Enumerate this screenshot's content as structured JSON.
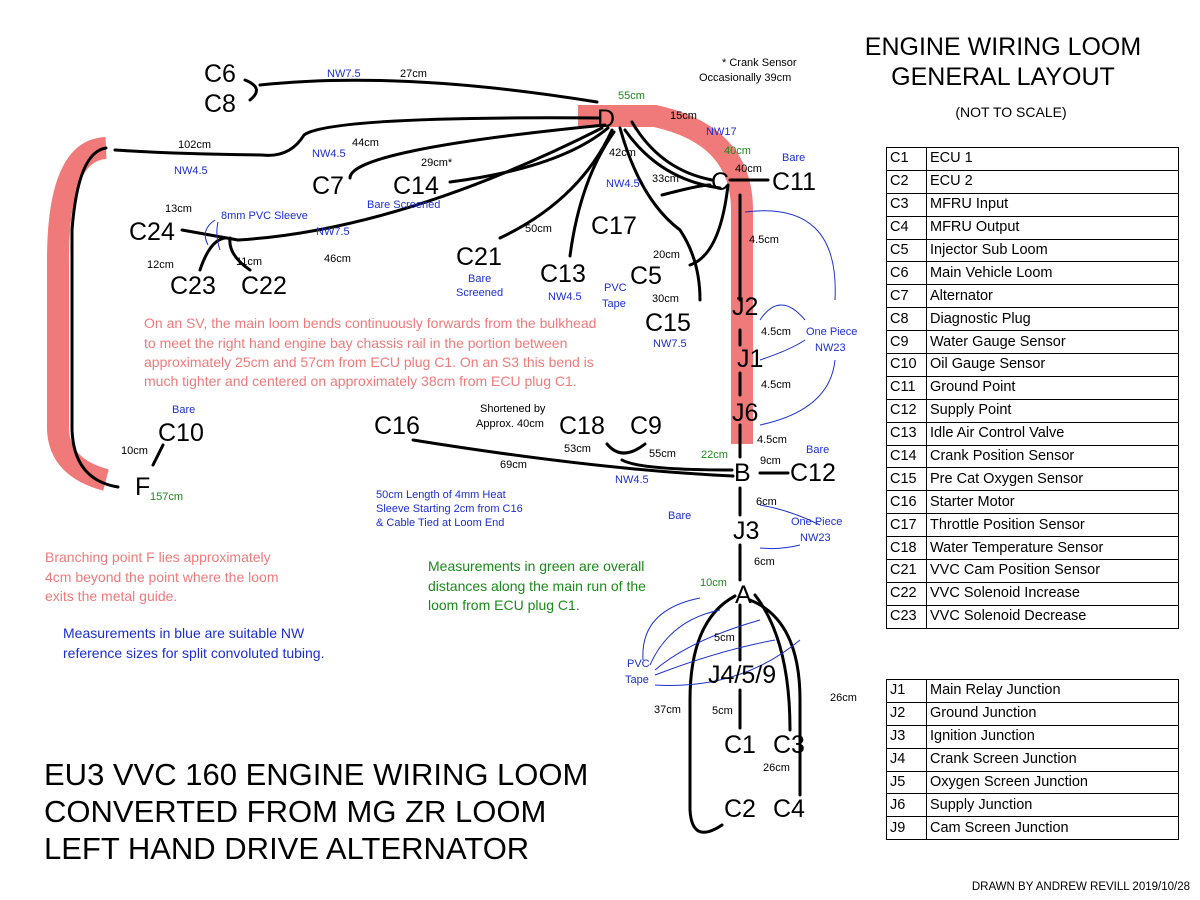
{
  "title": {
    "line1": "ENGINE WIRING LOOM",
    "line2": "GENERAL LAYOUT",
    "subtitle": "(NOT TO SCALE)"
  },
  "main_title": {
    "line1": "EU3 VVC 160 ENGINE WIRING LOOM",
    "line2": "CONVERTED FROM MG ZR LOOM",
    "line3": "LEFT HAND DRIVE ALTERNATOR"
  },
  "credit": "DRAWN BY ANDREW REVILL 2019/10/28",
  "colors": {
    "main_run": "#f07a7a",
    "blue": "#1b2fd0",
    "green": "#1a8a1a",
    "wire": "#000000"
  },
  "connectors": [
    {
      "code": "C1",
      "desc": "ECU 1"
    },
    {
      "code": "C2",
      "desc": "ECU 2"
    },
    {
      "code": "C3",
      "desc": "MFRU Input"
    },
    {
      "code": "C4",
      "desc": "MFRU Output"
    },
    {
      "code": "C5",
      "desc": "Injector Sub Loom"
    },
    {
      "code": "C6",
      "desc": "Main Vehicle Loom"
    },
    {
      "code": "C7",
      "desc": "Alternator"
    },
    {
      "code": "C8",
      "desc": "Diagnostic Plug"
    },
    {
      "code": "C9",
      "desc": "Water Gauge Sensor"
    },
    {
      "code": "C10",
      "desc": "Oil Gauge Sensor"
    },
    {
      "code": "C11",
      "desc": "Ground Point"
    },
    {
      "code": "C12",
      "desc": "Supply Point"
    },
    {
      "code": "C13",
      "desc": "Idle Air Control Valve"
    },
    {
      "code": "C14",
      "desc": "Crank Position Sensor"
    },
    {
      "code": "C15",
      "desc": "Pre Cat Oxygen Sensor"
    },
    {
      "code": "C16",
      "desc": "Starter Motor"
    },
    {
      "code": "C17",
      "desc": "Throttle Position Sensor"
    },
    {
      "code": "C18",
      "desc": "Water Temperature Sensor"
    },
    {
      "code": "C21",
      "desc": "VVC Cam Position Sensor"
    },
    {
      "code": "C22",
      "desc": "VVC Solenoid Increase"
    },
    {
      "code": "C23",
      "desc": "VVC Solenoid Decrease"
    }
  ],
  "junctions": [
    {
      "code": "J1",
      "desc": "Main Relay Junction"
    },
    {
      "code": "J2",
      "desc": "Ground Junction"
    },
    {
      "code": "J3",
      "desc": "Ignition Junction"
    },
    {
      "code": "J4",
      "desc": "Crank Screen Junction"
    },
    {
      "code": "J5",
      "desc": "Oxygen Screen Junction"
    },
    {
      "code": "J6",
      "desc": "Supply Junction"
    },
    {
      "code": "J9",
      "desc": "Cam Screen Junction"
    }
  ],
  "nodes": {
    "C6": "C6",
    "C8": "C8",
    "D": "D",
    "C7": "C7",
    "C14": "C14",
    "C": "C",
    "C11": "C11",
    "C24": "C24",
    "C23": "C23",
    "C22": "C22",
    "C21": "C21",
    "C17": "C17",
    "C13": "C13",
    "C5": "C5",
    "C15": "C15",
    "J2": "J2",
    "J1": "J1",
    "J6": "J6",
    "C10": "C10",
    "F": "F",
    "C16": "C16",
    "C18": "C18",
    "C9": "C9",
    "B": "B",
    "C12": "C12",
    "J3": "J3",
    "A": "A",
    "J459": "J4/5/9",
    "C1": "C1",
    "C3": "C3",
    "C2": "C2",
    "C4": "C4"
  },
  "measurements": {
    "m27": "27cm",
    "m102": "102cm",
    "m44": "44cm",
    "m29": "29cm*",
    "m42": "42cm",
    "m15": "15cm",
    "m33": "33cm",
    "m40": "40cm",
    "m13": "13cm",
    "m12": "12cm",
    "m11": "11cm",
    "m46": "46cm",
    "m50": "50cm",
    "m20": "20cm",
    "m30": "30cm",
    "m45a": "4.5cm",
    "m45b": "4.5cm",
    "m45c": "4.5cm",
    "m45d": "4.5cm",
    "m10": "10cm",
    "m69": "69cm",
    "m53": "53cm",
    "m55": "55cm",
    "m9": "9cm",
    "m6a": "6cm",
    "m6b": "6cm",
    "m5a": "5cm",
    "m5b": "5cm",
    "m37": "37cm",
    "m26a": "26cm",
    "m26b": "26cm",
    "crank_note1": "* Crank Sensor",
    "crank_note2": "Occasionally 39cm",
    "shortened1": "Shortened by",
    "shortened2": "Approx. 40cm"
  },
  "blue_labels": {
    "nw75a": "NW7.5",
    "nw45a": "NW4.5",
    "nw45b": "NW4.5",
    "nw17": "NW17",
    "bare1": "Bare",
    "nw45c": "NW4.5",
    "sleeve": "8mm PVC Sleeve",
    "nw75b": "NW7.5",
    "bare_screened1": "Bare Screened",
    "bare_screened2a": "Bare",
    "bare_screened2b": "Screened",
    "nw45d": "NW4.5",
    "pvc_tape1a": "PVC",
    "pvc_tape1b": "Tape",
    "nw75c": "NW7.5",
    "one_piece1": "One Piece",
    "nw23a": "NW23",
    "bare2": "Bare",
    "bare3": "Bare",
    "nw45e": "NW4.5",
    "heat1": "50cm Length of 4mm Heat",
    "heat2": "Sleeve Starting 2cm from C16",
    "heat3": "& Cable Tied at Loom End",
    "bare4": "Bare",
    "one_piece2": "One Piece",
    "nw23b": "NW23",
    "pvc_tape2a": "PVC",
    "pvc_tape2b": "Tape"
  },
  "green_labels": {
    "g55": "55cm",
    "g40": "40cm",
    "g22": "22cm",
    "g157": "157cm",
    "g10": "10cm"
  },
  "notes": {
    "sv_note": [
      "On an SV, the main loom bends continuously forwards from the bulkhead",
      "to meet the right hand engine bay chassis rail in the portion between",
      " approximately 25cm and 57cm from ECU plug C1. On an S3 this bend is",
      "much tighter and centered on approximately 38cm from ECU plug C1."
    ],
    "f_note": [
      "Branching point F lies approximately",
      "4cm beyond the point where the loom",
      "exits the metal guide."
    ],
    "green_note": [
      "Measurements in green are overall",
      "distances along the main run of the",
      "loom from ECU plug C1."
    ],
    "blue_note": [
      "Measurements in blue are suitable NW",
      "reference sizes for split convoluted tubing."
    ]
  }
}
